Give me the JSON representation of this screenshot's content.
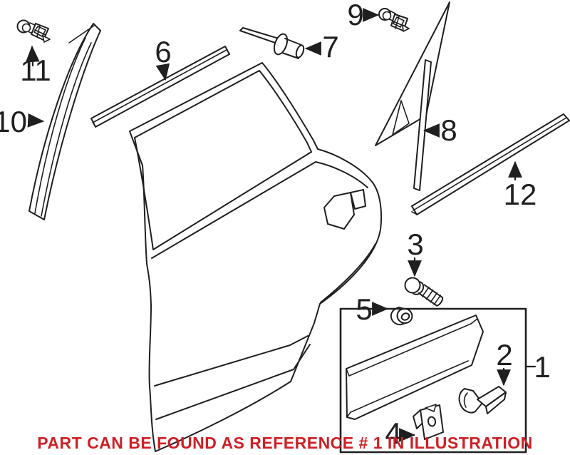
{
  "diagram": {
    "note": "PART CAN BE FOUND AS REFERENCE # 1 IN ILLUSTRATION",
    "colors": {
      "line": "#1f1f1f",
      "note_red": "#cd2026",
      "background": "#ffffff"
    },
    "callouts": {
      "1": "1",
      "2": "2",
      "3": "3",
      "4": "4",
      "5": "5",
      "6": "6",
      "7": "7",
      "8": "8",
      "9": "9",
      "10": "10",
      "11": "11",
      "12": "12"
    }
  }
}
